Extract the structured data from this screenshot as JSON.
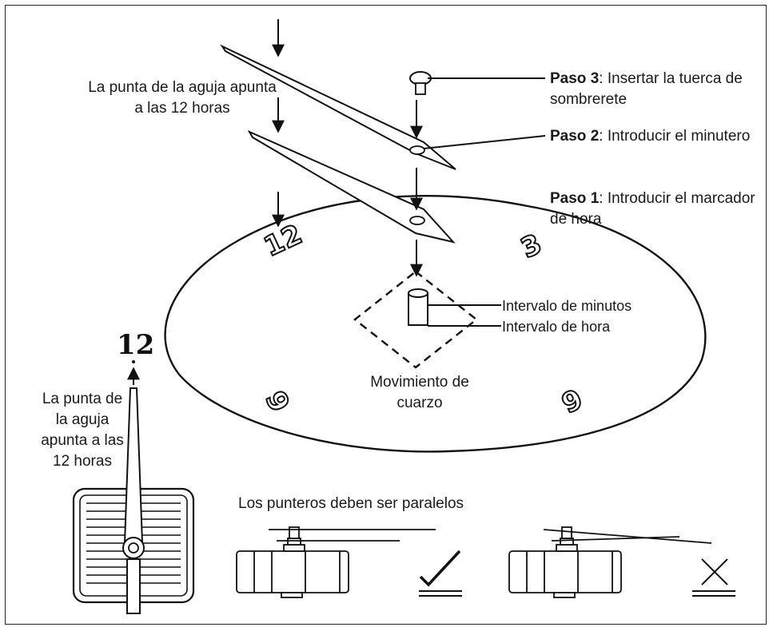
{
  "labels": {
    "tip_top": "La punta de la aguja apunta a las 12 horas",
    "step3_bold": "Paso 3",
    "step3_text": ": Insertar la tuerca de sombrerete",
    "step2_bold": "Paso 2",
    "step2_text": ": Introducir el minutero",
    "step1_bold": "Paso 1",
    "step1_text": ": Introducir el marcador de hora",
    "minute_interval": "Intervalo de minutos",
    "hour_interval": "Intervalo de hora",
    "movement": "Movimiento de cuarzo",
    "tip_left": "La punta de la aguja apunta a las 12 horas",
    "parallel": "Los punteros deben ser paralelos",
    "twelve": "12"
  },
  "dial_numbers": [
    "12",
    "3",
    "6",
    "9"
  ],
  "marks": {
    "correct": "✓",
    "wrong": "✕"
  }
}
